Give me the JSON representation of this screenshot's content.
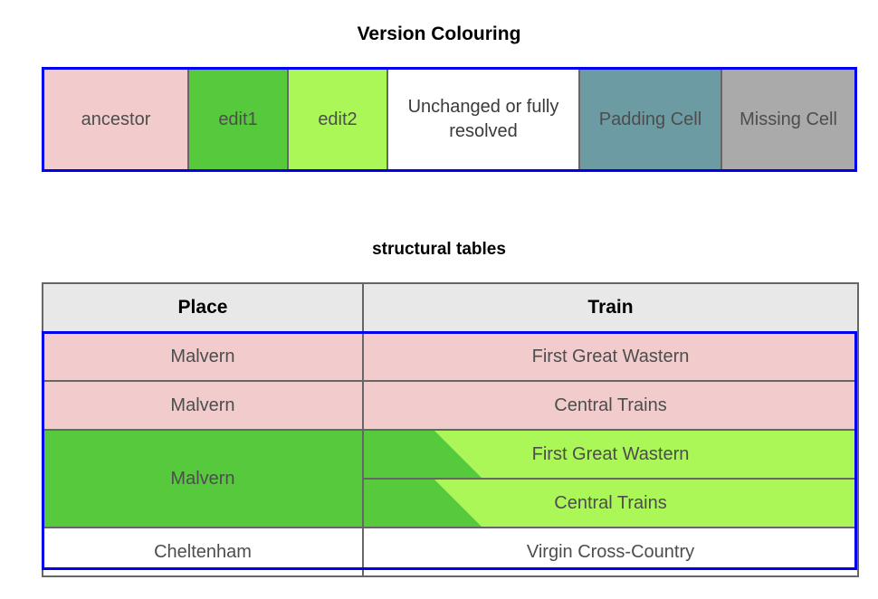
{
  "legend": {
    "title": "Version Colouring",
    "border_color": "#0000ee",
    "cells": [
      {
        "label": "ancestor",
        "color": "#f2cccc"
      },
      {
        "label": "edit1",
        "color": "#57c93c"
      },
      {
        "label": "edit2",
        "color": "#aaf757"
      },
      {
        "label": "Unchanged or fully resolved",
        "color": "#ffffff"
      },
      {
        "label": "Padding Cell",
        "color": "#6d9ba3"
      },
      {
        "label": "Missing Cell",
        "color": "#aaaaaa"
      }
    ]
  },
  "tables": {
    "title": "structural tables",
    "columns": [
      "Place",
      "Train"
    ],
    "rows": [
      {
        "place": "Malvern",
        "train": "First Great Wastern",
        "place_color": "ancestor",
        "train_color": "ancestor"
      },
      {
        "place": "Malvern",
        "train": "Central Trains",
        "place_color": "ancestor",
        "train_color": "ancestor"
      },
      {
        "place": "Malvern",
        "train": "First Great Wastern",
        "place_color": "edit1",
        "train_color": "edit1-edit2-diagonal",
        "place_rowspan": 2
      },
      {
        "place": "",
        "train": "Central Trains",
        "place_color": "edit1",
        "train_color": "edit1-edit2-diagonal"
      },
      {
        "place": "Cheltenham",
        "train": "Virgin Cross-Country",
        "place_color": "unchanged",
        "train_color": "unchanged"
      }
    ]
  },
  "colors": {
    "ancestor": "#f2cccc",
    "edit1": "#57c93c",
    "edit2": "#aaf757",
    "unchanged": "#ffffff",
    "padding": "#6d9ba3",
    "missing": "#aaaaaa",
    "header": "#e8e8e8",
    "grid": "#666666",
    "highlight_border": "#0000ee",
    "text": "#4d4d4d"
  }
}
